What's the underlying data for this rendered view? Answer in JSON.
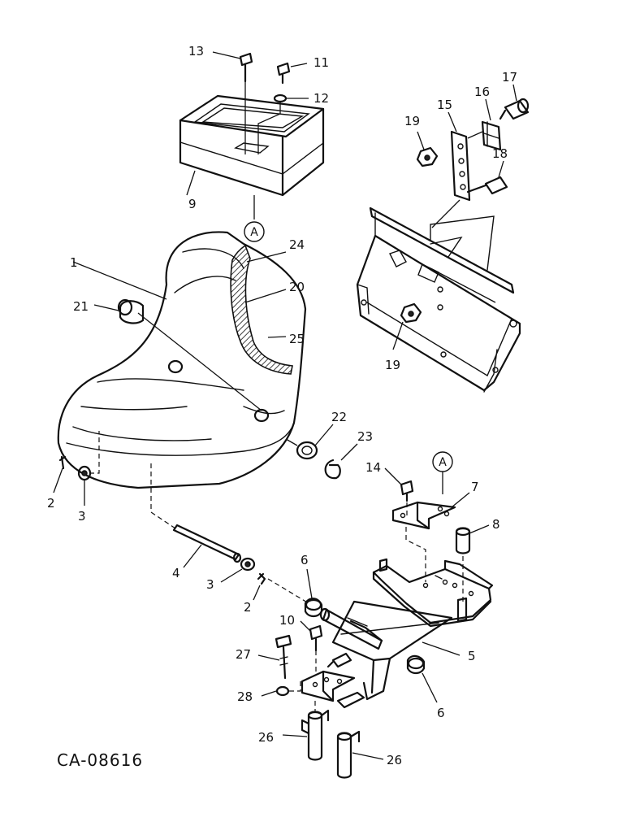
{
  "diagram": {
    "code": "CA-08616",
    "ref_marker": "A",
    "callouts": [
      "1",
      "2",
      "3",
      "4",
      "5",
      "6",
      "7",
      "8",
      "9",
      "10",
      "11",
      "12",
      "13",
      "14",
      "15",
      "16",
      "17",
      "18",
      "19",
      "20",
      "21",
      "22",
      "23",
      "24",
      "25",
      "26",
      "27",
      "28"
    ]
  }
}
